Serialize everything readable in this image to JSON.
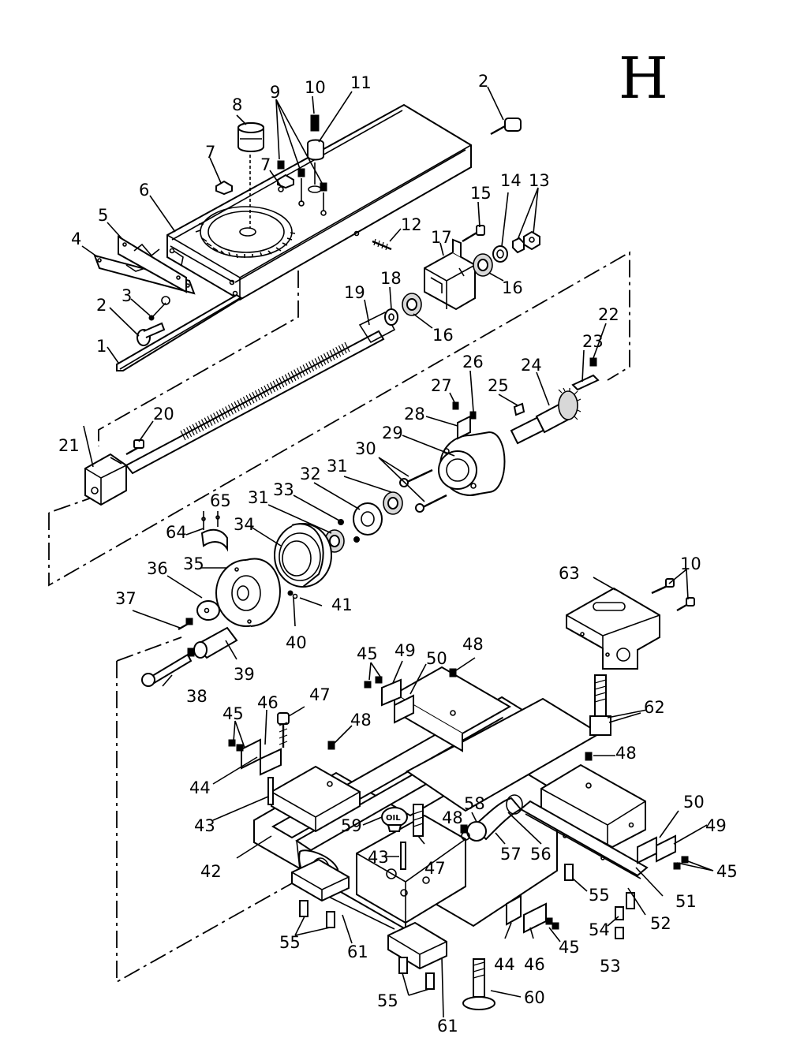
{
  "sheet_letter": "H",
  "oil_cap_text": "OIL",
  "callouts": [
    "1",
    "2",
    "2",
    "3",
    "4",
    "5",
    "6",
    "7",
    "7",
    "8",
    "9",
    "10",
    "11",
    "12",
    "13",
    "14",
    "15",
    "16",
    "16",
    "17",
    "18",
    "19",
    "20",
    "21",
    "22",
    "23",
    "24",
    "25",
    "26",
    "27",
    "28",
    "29",
    "30",
    "31",
    "31",
    "32",
    "33",
    "34",
    "35",
    "36",
    "37",
    "38",
    "39",
    "40",
    "41",
    "42",
    "43",
    "43",
    "44",
    "44",
    "45",
    "45",
    "45",
    "45",
    "46",
    "46",
    "47",
    "47",
    "48",
    "48",
    "48",
    "48",
    "49",
    "49",
    "50",
    "50",
    "51",
    "52",
    "53",
    "54",
    "55",
    "55",
    "55",
    "56",
    "57",
    "58",
    "59",
    "60",
    "61",
    "61",
    "62",
    "63",
    "64",
    "65",
    "10"
  ]
}
